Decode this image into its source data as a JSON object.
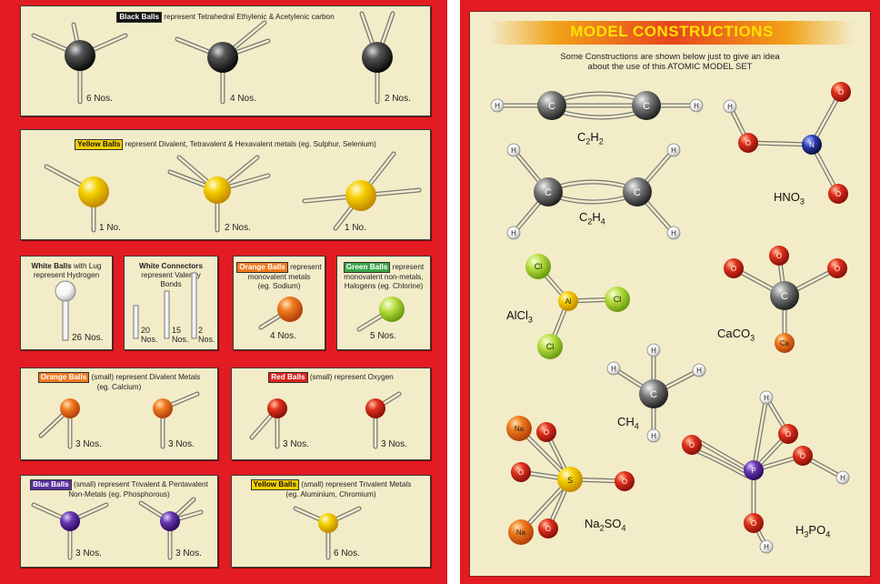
{
  "left": {
    "black": {
      "tag": "Black Balls",
      "text": " represent Tetrahedral Ethylenic & Acetylenic carbon",
      "counts": [
        "6 Nos.",
        "4 Nos.",
        "2 Nos."
      ]
    },
    "yellow": {
      "tag": "Yellow Balls",
      "text": " represent Divalent, Tetravalent & Hexavalent metals (eg. Sulphur, Selenium)",
      "counts": [
        "1 No.",
        "2 Nos.",
        "1 No."
      ]
    },
    "white_balls": {
      "title": "White Balls",
      "line1": " with Lug",
      "line2": "represent Hydrogen",
      "count": "26 Nos."
    },
    "white_connectors": {
      "title": "White Connectors",
      "line1": "represent Valency",
      "line2": "Bonds",
      "counts": [
        "20",
        "Nos.",
        "15",
        "Nos.",
        "2",
        "Nos."
      ]
    },
    "orange_balls": {
      "tag": "Orange Balls",
      "text": " represent",
      "line2": "monovalent metals",
      "line3": "(eg. Sodium)",
      "count": "4 Nos."
    },
    "green_balls": {
      "tag": "Green Balls",
      "text": " represent",
      "line2": "monovalent non-metals,",
      "line3": "Halogens (eg. Chlorine)",
      "count": "5 Nos."
    },
    "orange_small": {
      "tag": "Orange Balls",
      "text": " (small) represent Divalent Metals",
      "line2": "(eg. Calcium)",
      "counts": [
        "3 Nos.",
        "3 Nos."
      ]
    },
    "red_small": {
      "tag": "Red Balls",
      "text": " (small) represent Oxygen",
      "counts": [
        "3 Nos.",
        "3 Nos."
      ]
    },
    "blue_small": {
      "tag": "Blue Balls",
      "text": " (small) represent Trivalent & Pentavalent",
      "line2": "Non-Metals (eg. Phosphorous)",
      "counts": [
        "3 Nos.",
        "3 Nos."
      ]
    },
    "yellow_small": {
      "tag": "Yellow Balls",
      "text": " (small) represent Trivalent Metals",
      "line2": "(eg. Aluminium, Chromium)",
      "count": "6 Nos."
    }
  },
  "right": {
    "title": "MODEL CONSTRUCTIONS",
    "subtitle_line1": "Some Constructions are shown below just to give an idea",
    "subtitle_line2": "about the use of this ATOMIC MODEL SET",
    "formulas": {
      "c2h2": {
        "a": "C",
        "n1": "2",
        "b": "H",
        "n2": "2"
      },
      "c2h4": {
        "a": "C",
        "n1": "2",
        "b": "H",
        "n2": "4"
      },
      "hno3": {
        "a": "HNO",
        "n1": "3"
      },
      "alcl3": {
        "a": "AlCl",
        "n1": "3"
      },
      "caco3": {
        "a": "CaCO",
        "n1": "3"
      },
      "ch4": {
        "a": "CH",
        "n1": "4"
      },
      "na2so4": {
        "a": "Na",
        "n1": "2",
        "b": "SO",
        "n2": "4"
      },
      "h3po4": {
        "a": "H",
        "n1": "3",
        "b": "PO",
        "n2": "4"
      }
    },
    "atom_labels": {
      "h": "H",
      "c": "C",
      "o": "O",
      "n": "N",
      "cl": "Cl",
      "al": "Al",
      "ca": "Ca",
      "na": "Na",
      "s": "S",
      "p": "P"
    }
  },
  "colors": {
    "background_red": "#e31b23",
    "panel_cream": "#f2ecc8",
    "black_ball": "#1a1a1a",
    "yellow_ball": "#f5c800",
    "orange_ball": "#f07a1e",
    "green_ball": "#a8d23a",
    "red_ball": "#d9231c",
    "blue_ball": "#5b2fa0",
    "carbon_grey": "#555555",
    "title_yellow": "#ffe000"
  }
}
